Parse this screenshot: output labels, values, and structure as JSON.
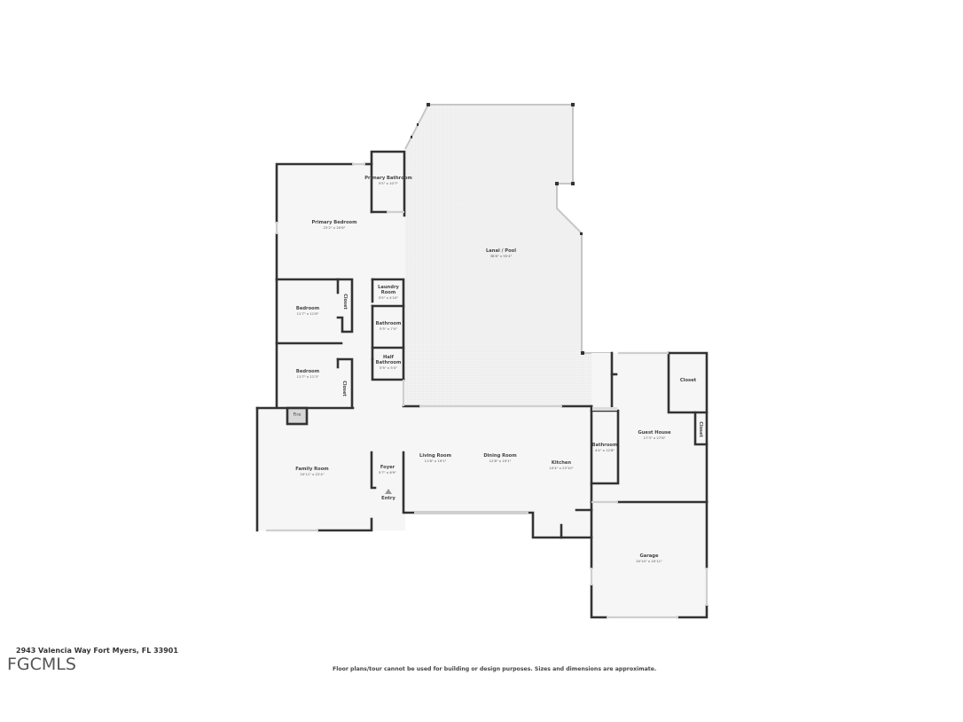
{
  "property": {
    "address": "2943 Valencia Way Fort Myers, FL 33901",
    "logo": "FGCMLS",
    "disclaimer": "Floor plans/tour cannot be used for building or design purposes. Sizes and dimensions are approximate."
  },
  "rooms": {
    "primary_bathroom": {
      "name": "Primary Bathroom",
      "dims": "5'5\" x 10'7\""
    },
    "primary_bedroom": {
      "name": "Primary Bedroom",
      "dims": "23'2\" x 20'6\""
    },
    "lanai_pool": {
      "name": "Lanai / Pool",
      "dims": "38'8\" x 55'4\""
    },
    "laundry_room": {
      "name": "Laundry Room",
      "dims": "5'5\" x 4'10\""
    },
    "bedroom_1": {
      "name": "Bedroom",
      "dims": "11'7\" x 11'8\""
    },
    "closet_1": {
      "name": "Closet"
    },
    "bathroom_1": {
      "name": "Bathroom",
      "dims": "5'5\" x 7'4\""
    },
    "half_bathroom": {
      "name": "Half Bathroom",
      "dims": "5'5\" x 5'4\""
    },
    "bedroom_2": {
      "name": "Bedroom",
      "dims": "11'7\" x 11'3\""
    },
    "closet_2": {
      "name": "Closet"
    },
    "fire": {
      "name": "Fire"
    },
    "family_room": {
      "name": "Family Room",
      "dims": "20'11\" x 22'4\""
    },
    "foyer": {
      "name": "Foyer",
      "dims": "5'7\" x 6'9\""
    },
    "entry": {
      "name": "Entry"
    },
    "living_room": {
      "name": "Living Room",
      "dims": "11'8\" x 19'1\""
    },
    "dining_room": {
      "name": "Dining Room",
      "dims": "12'8\" x 19'1\""
    },
    "kitchen": {
      "name": "Kitchen",
      "dims": "10'4\" x 23'10\""
    },
    "bathroom_2": {
      "name": "Bathroom",
      "dims": "4'4\" x 12'8\""
    },
    "guest_house": {
      "name": "Guest House",
      "dims": "17'3\" x 27'8\""
    },
    "closet_3": {
      "name": "Closet"
    },
    "closet_4": {
      "name": "Closet"
    },
    "garage": {
      "name": "Garage",
      "dims": "20'10\" x 20'11\""
    }
  },
  "colors": {
    "wall": "#333333",
    "floor": "#f6f6f6",
    "lanai_floor": "#f0f0f0",
    "window": "#c8c8c8"
  }
}
